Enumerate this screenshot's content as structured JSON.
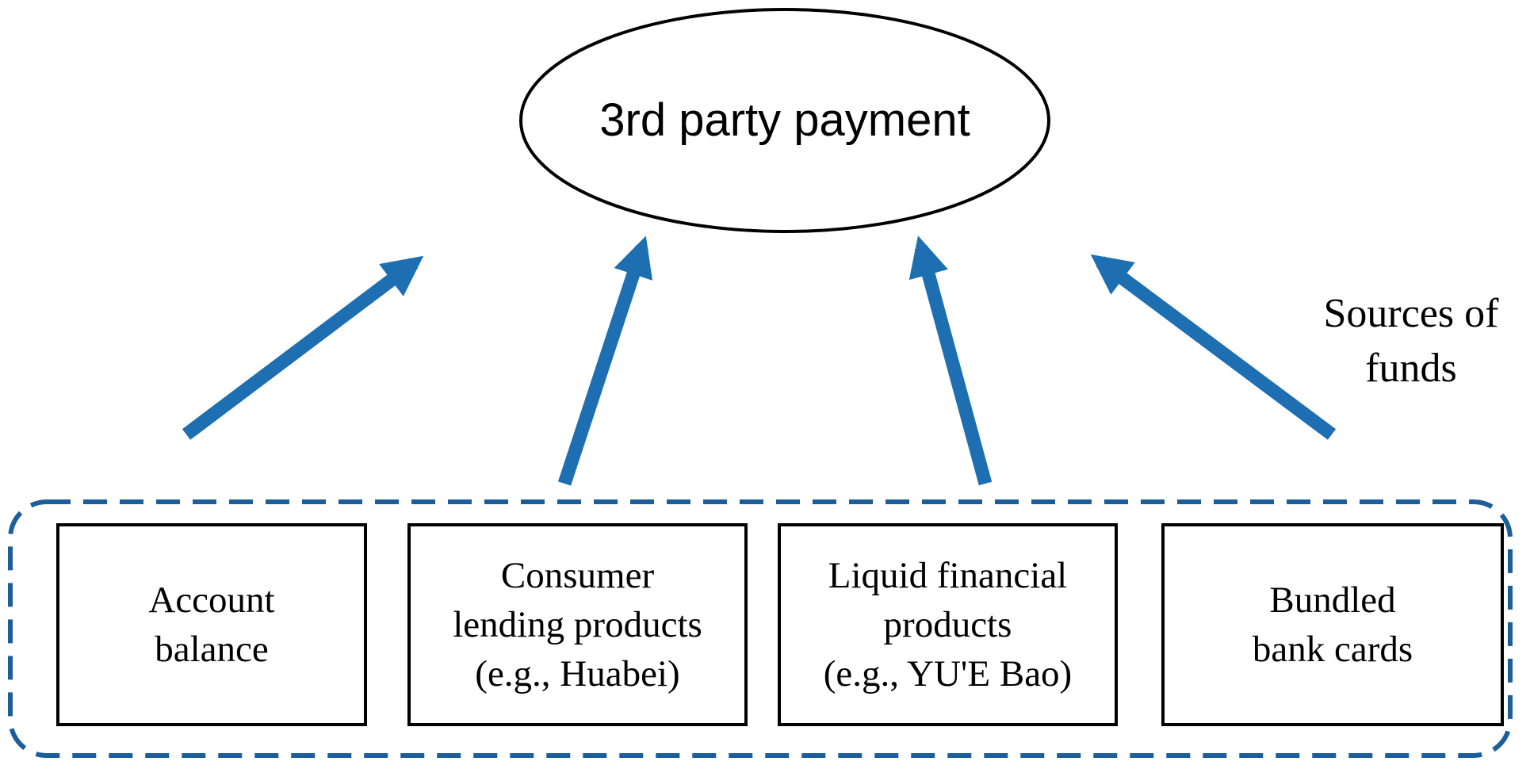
{
  "diagram": {
    "title": "3rd party payment",
    "side_label": "Sources of\nfunds",
    "sources": [
      {
        "label": "Account\nbalance"
      },
      {
        "label": "Consumer\nlending products\n(e.g., Huabei)"
      },
      {
        "label": "Liquid financial\nproducts\n(e.g., YU'E Bao)"
      },
      {
        "label": "Bundled\nbank cards"
      }
    ]
  },
  "colors": {
    "arrow": "#1E6FB2",
    "dashed_border": "#1C5E99",
    "outline": "#000000",
    "background": "#FFFFFF"
  }
}
